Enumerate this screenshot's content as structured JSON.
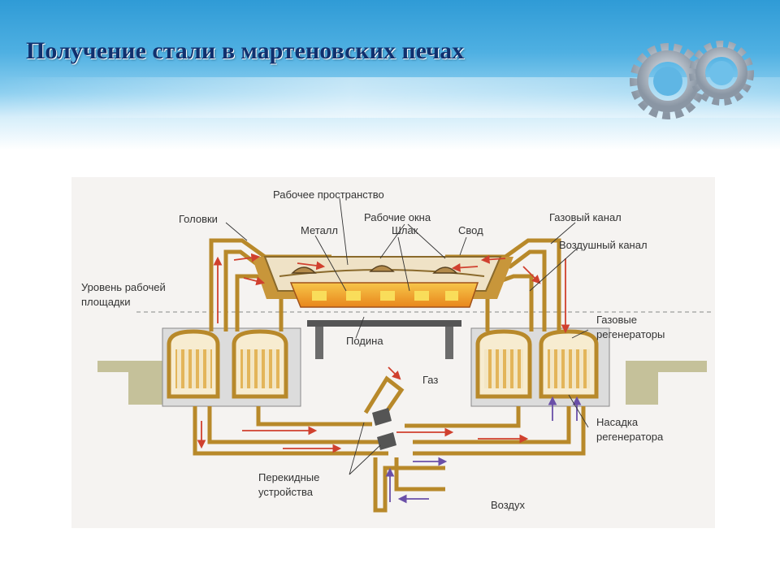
{
  "slide": {
    "title": "Получение стали в мартеновских печах"
  },
  "diagram": {
    "labels": {
      "work_space": "Рабочее пространство",
      "heads": "Головки",
      "work_windows": "Рабочие окна",
      "gas_channel": "Газовый канал",
      "metal": "Металл",
      "slag": "Шлак",
      "roof": "Свод",
      "air_channel": "Воздушный канал",
      "level_line1": "Уровень рабочей",
      "level_line2": "площадки",
      "hearth": "Подина",
      "gas_regen_line1": "Газовые",
      "gas_regen_line2": "регенераторы",
      "gas": "Газ",
      "checker_line1": "Насадка",
      "checker_line2": "регенератора",
      "switch_line1": "Перекидные",
      "switch_line2": "устройства",
      "air": "Воздух"
    },
    "colors": {
      "wall": "#b8892a",
      "gas_flow": "#d0402e",
      "air_flow": "#6a4fa8",
      "metal": "#f2a51b",
      "brick": "#efe2c6"
    }
  }
}
